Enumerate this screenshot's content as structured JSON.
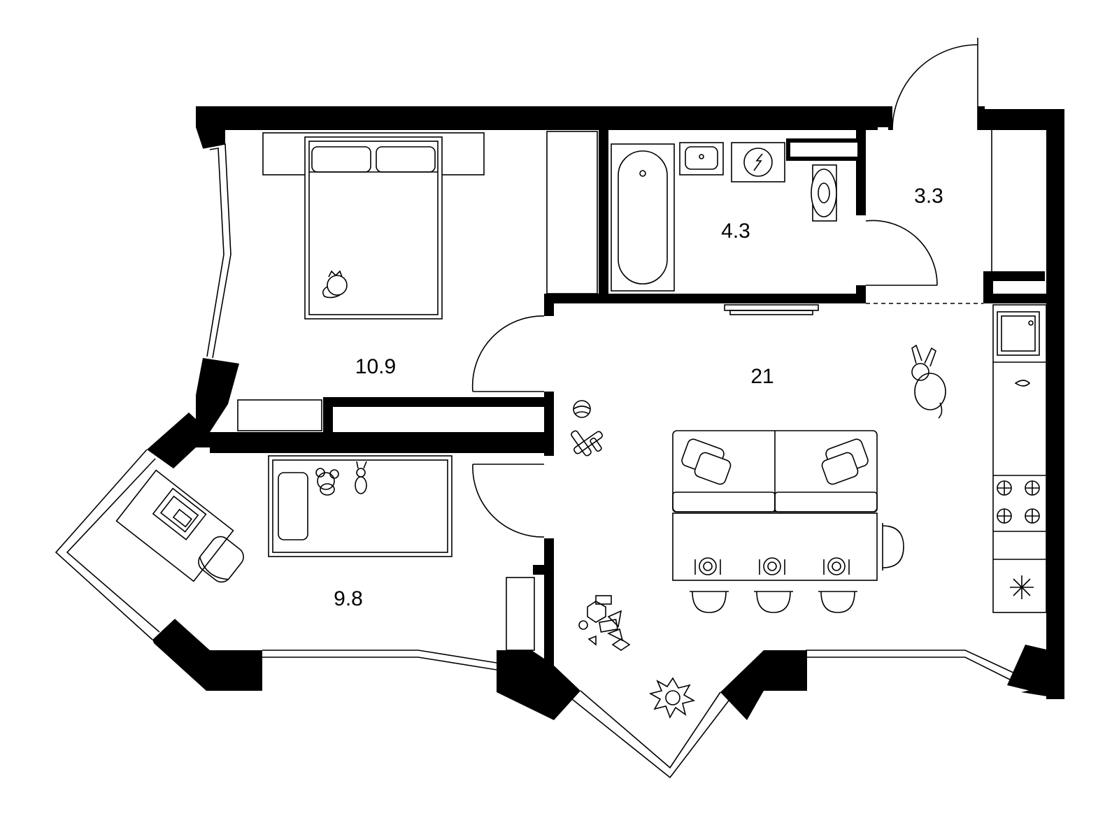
{
  "plan": {
    "wall_color": "#000000",
    "background": "#ffffff",
    "rooms": [
      {
        "id": "bedroom",
        "area": "10.9"
      },
      {
        "id": "kids-room",
        "area": "9.8"
      },
      {
        "id": "bathroom",
        "area": "4.3"
      },
      {
        "id": "hallway",
        "area": "3.3"
      },
      {
        "id": "living-kitchen",
        "area": "21"
      }
    ],
    "icons": [
      "double-bed-icon",
      "cat-icon",
      "bathtub-icon",
      "washbasin-icon",
      "washing-machine-icon",
      "toilet-icon",
      "tv-icon",
      "sink-icon",
      "stove-icon",
      "fridge-icon",
      "sofa-icon",
      "dining-table-icon",
      "chair-icon",
      "child-bed-icon",
      "toy-bunny-icon",
      "desk-icon",
      "laptop-icon",
      "plant-icon",
      "toys-icon",
      "ball-icon",
      "toy-plane-icon"
    ]
  }
}
